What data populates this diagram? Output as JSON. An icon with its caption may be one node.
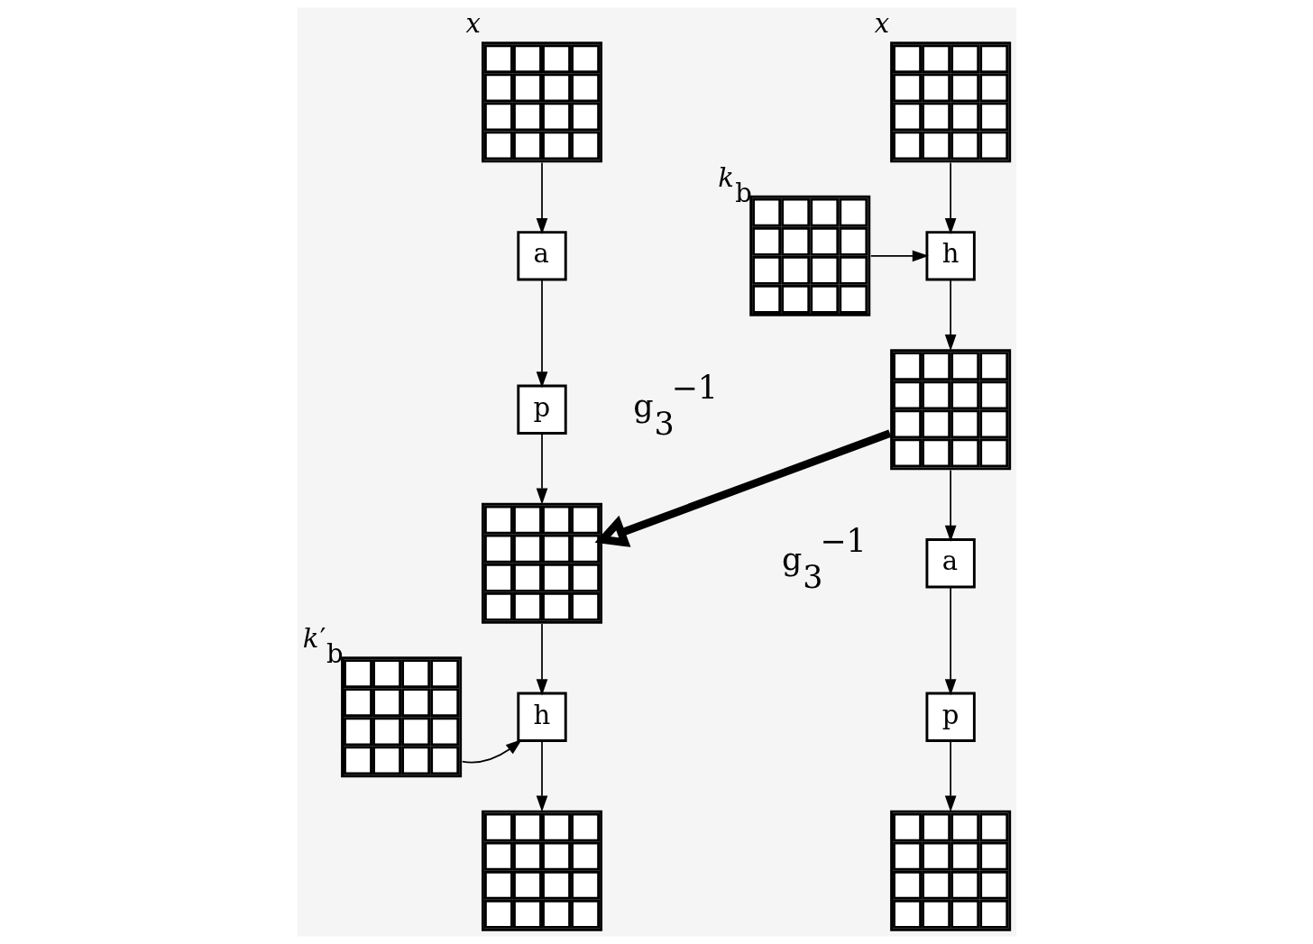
{
  "diagram": {
    "nodes": [
      {
        "text": [],
        "shape": "grid",
        "beside": [
          "*x*"
        ]
      },
      {
        "text": [
          "h"
        ]
      },
      {
        "text": [],
        "shape": "grid",
        "beside": [
          "*k*$_{b}$"
        ]
      },
      {
        "text": [],
        "shape": "grid"
      },
      {
        "text": [
          "a"
        ]
      },
      {
        "text": [
          "p"
        ]
      },
      {
        "text": [],
        "shape": "grid"
      },
      {
        "text": [],
        "shape": "grid",
        "beside": [
          "*x*"
        ]
      },
      {
        "text": [
          "a"
        ]
      },
      {
        "text": [
          "p"
        ]
      },
      {
        "text": [],
        "shape": "grid"
      },
      {
        "text": [],
        "shape": "grid",
        "beside": [
          "*k*′$_{b}$"
        ]
      },
      {
        "text": [
          "h"
        ]
      },
      {
        "text": [],
        "shape": "grid"
      }
    ],
    "edges": [
      {
        "from": 0,
        "to": 1,
        "arrow": "to"
      },
      {
        "from": 2,
        "to": 1,
        "arrow": "to"
      },
      {
        "from": 1,
        "to": 3,
        "arrow": "to"
      },
      {
        "from": 3,
        "to": 4,
        "arrow": "to"
      },
      {
        "from": 4,
        "to": 5,
        "arrow": "to"
      },
      {
        "from": 5,
        "to": 6,
        "arrow": "to"
      },
      {
        "from": 3,
        "to": 10,
        "arrow": "to",
        "style": "thick"
      },
      {
        "from": 7,
        "to": 8,
        "arrow": "to"
      },
      {
        "from": 8,
        "to": 9,
        "arrow": "to"
      },
      {
        "from": 9,
        "to": 10,
        "arrow": "to"
      },
      {
        "from": 10,
        "to": 12,
        "arrow": "to"
      },
      {
        "from": 11,
        "to": 12,
        "arrow": "to"
      },
      {
        "from": 12,
        "to": 13,
        "arrow": "to"
      }
    ],
    "labels": [
      "g$_{3}$$^{−1}$",
      "g$_{3}$$^{−1}$"
    ]
  }
}
